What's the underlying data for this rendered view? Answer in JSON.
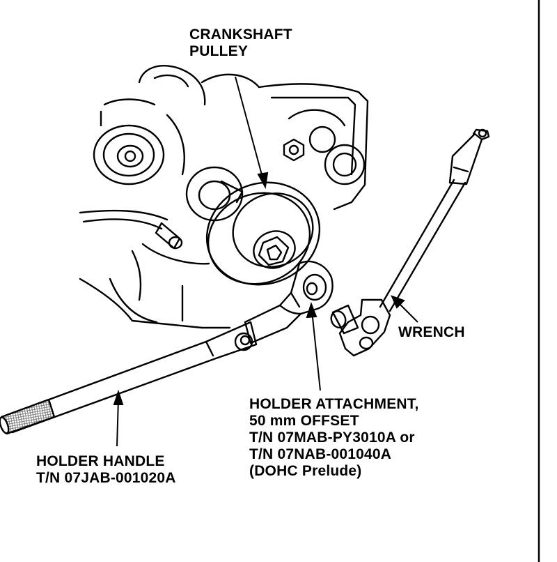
{
  "labels": {
    "crankshaft_pulley": [
      "CRANKSHAFT",
      "PULLEY"
    ],
    "wrench": "WRENCH",
    "holder_attachment": [
      "HOLDER ATTACHMENT,",
      "50 mm OFFSET",
      "T/N 07MAB-PY3010A or",
      "T/N 07NAB-001040A",
      "(DOHC Prelude)"
    ],
    "holder_handle": [
      "HOLDER HANDLE",
      "T/N 07JAB-001020A"
    ]
  },
  "colors": {
    "ink": "#000000",
    "paper": "#ffffff",
    "knurl": "#8a8a8a"
  }
}
